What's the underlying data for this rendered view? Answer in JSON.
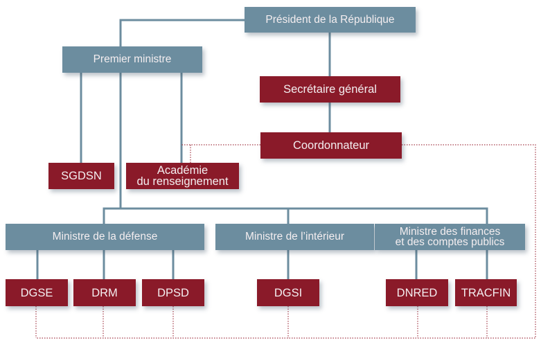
{
  "colors": {
    "authority": "#6c8d9f",
    "service": "#8a1a29",
    "line": "#6c8d9f",
    "dotted": "#a33a48"
  },
  "nodes": {
    "president": "Président de la République",
    "premier_ministre": "Premier ministre",
    "secretaire_general": "Secrétaire général",
    "coordonnateur": "Coordonnateur",
    "sgdsn": "SGDSN",
    "academie_l1": "Académie",
    "academie_l2": "du renseignement",
    "ministre_defense": "Ministre de la défense",
    "ministre_interieur": "Ministre de l’intérieur",
    "ministre_finances_l1": "Ministre des finances",
    "ministre_finances_l2": "et des comptes publics",
    "dgse": "DGSE",
    "drm": "DRM",
    "dpsd": "DPSD",
    "dgsi": "DGSI",
    "dnred": "DNRED",
    "tracfin": "TRACFIN"
  }
}
